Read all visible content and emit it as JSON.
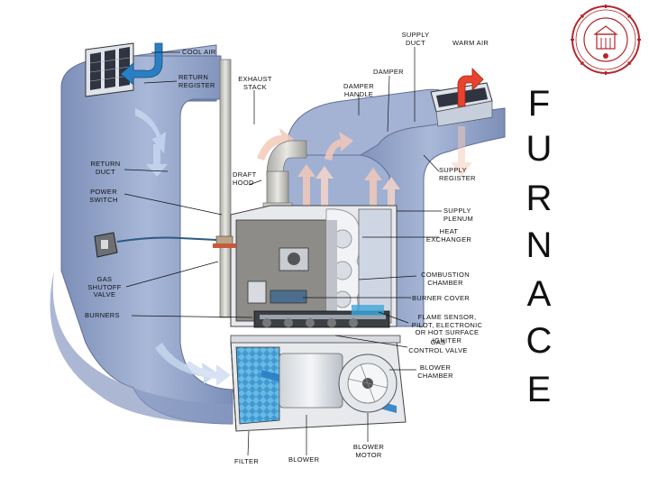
{
  "diagram": {
    "labels": {
      "cool_air": "COOL AIR",
      "return_register": "RETURN\nREGISTER",
      "exhaust_stack": "EXHAUST\nSTACK",
      "supply_duct": "SUPPLY\nDUCT",
      "warm_air": "WARM AIR",
      "damper": "DAMPER",
      "damper_handle": "DAMPER\nHANDLE",
      "return_duct": "RETURN\nDUCT",
      "draft_hood": "DRAFT\nHOOD",
      "supply_register": "SUPPLY\nREGISTER",
      "power_switch": "POWER\nSWITCH",
      "supply_plenum": "SUPPLY\nPLENUM",
      "heat_exchanger": "HEAT\nEXCHANGER",
      "gas_shutoff_valve": "GAS\nSHUTOFF\nVALVE",
      "combustion_chamber": "COMBUSTION\nCHAMBER",
      "burner_cover": "BURNER COVER",
      "burners": "BURNERS",
      "flame_sensor": "FLAME SENSOR,\nPILOT, ELECTRONIC\nOR HOT SURFACE\nIGNITER",
      "gas_control_valve": "GAS\nCONTROL VALVE",
      "blower_chamber": "BLOWER\nCHAMBER",
      "filter": "FILTER",
      "blower": "BLOWER",
      "blower_motor": "BLOWER\nMOTOR"
    }
  },
  "title_letters": [
    "F",
    "U",
    "R",
    "N",
    "A",
    "C",
    "E"
  ],
  "colors": {
    "duct_blue": "#8d9fc3",
    "duct_dark": "#6d7fa6",
    "warm_arrow": "#e8432e",
    "cool_arrow": "#2a7fc4",
    "seal_red": "#b3262a"
  }
}
